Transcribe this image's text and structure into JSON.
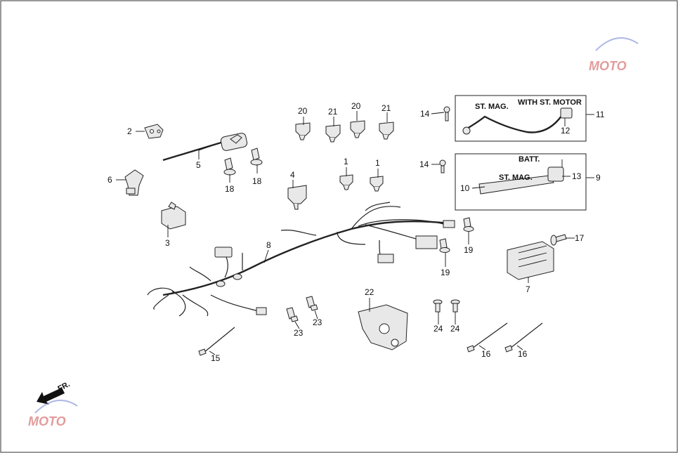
{
  "diagram": {
    "callouts": [
      {
        "id": "c-1a",
        "text": "1"
      },
      {
        "id": "c-1b",
        "text": "1"
      },
      {
        "id": "c-2",
        "text": "2"
      },
      {
        "id": "c-3",
        "text": "3"
      },
      {
        "id": "c-4",
        "text": "4"
      },
      {
        "id": "c-5",
        "text": "5"
      },
      {
        "id": "c-6",
        "text": "6"
      },
      {
        "id": "c-7",
        "text": "7"
      },
      {
        "id": "c-8",
        "text": "8"
      },
      {
        "id": "c-9",
        "text": "9"
      },
      {
        "id": "c-10",
        "text": "10"
      },
      {
        "id": "c-11",
        "text": "11"
      },
      {
        "id": "c-12",
        "text": "12"
      },
      {
        "id": "c-13",
        "text": "13"
      },
      {
        "id": "c-14a",
        "text": "14"
      },
      {
        "id": "c-14b",
        "text": "14"
      },
      {
        "id": "c-15",
        "text": "15"
      },
      {
        "id": "c-16a",
        "text": "16"
      },
      {
        "id": "c-16b",
        "text": "16"
      },
      {
        "id": "c-17",
        "text": "17"
      },
      {
        "id": "c-18a",
        "text": "18"
      },
      {
        "id": "c-18b",
        "text": "18"
      },
      {
        "id": "c-19a",
        "text": "19"
      },
      {
        "id": "c-19b",
        "text": "19"
      },
      {
        "id": "c-20a",
        "text": "20"
      },
      {
        "id": "c-20b",
        "text": "20"
      },
      {
        "id": "c-21a",
        "text": "21"
      },
      {
        "id": "c-21b",
        "text": "21"
      },
      {
        "id": "c-22",
        "text": "22"
      },
      {
        "id": "c-23a",
        "text": "23"
      },
      {
        "id": "c-23b",
        "text": "23"
      },
      {
        "id": "c-24a",
        "text": "24"
      },
      {
        "id": "c-24b",
        "text": "24"
      }
    ],
    "box_texts": {
      "st_mag_top": "ST. MAG.",
      "with_st_motor": "WITH ST. MOTOR",
      "batt": "BATT.",
      "st_mag_bottom": "ST. MAG."
    },
    "front_label": "FR.",
    "watermark": "MOTO"
  }
}
